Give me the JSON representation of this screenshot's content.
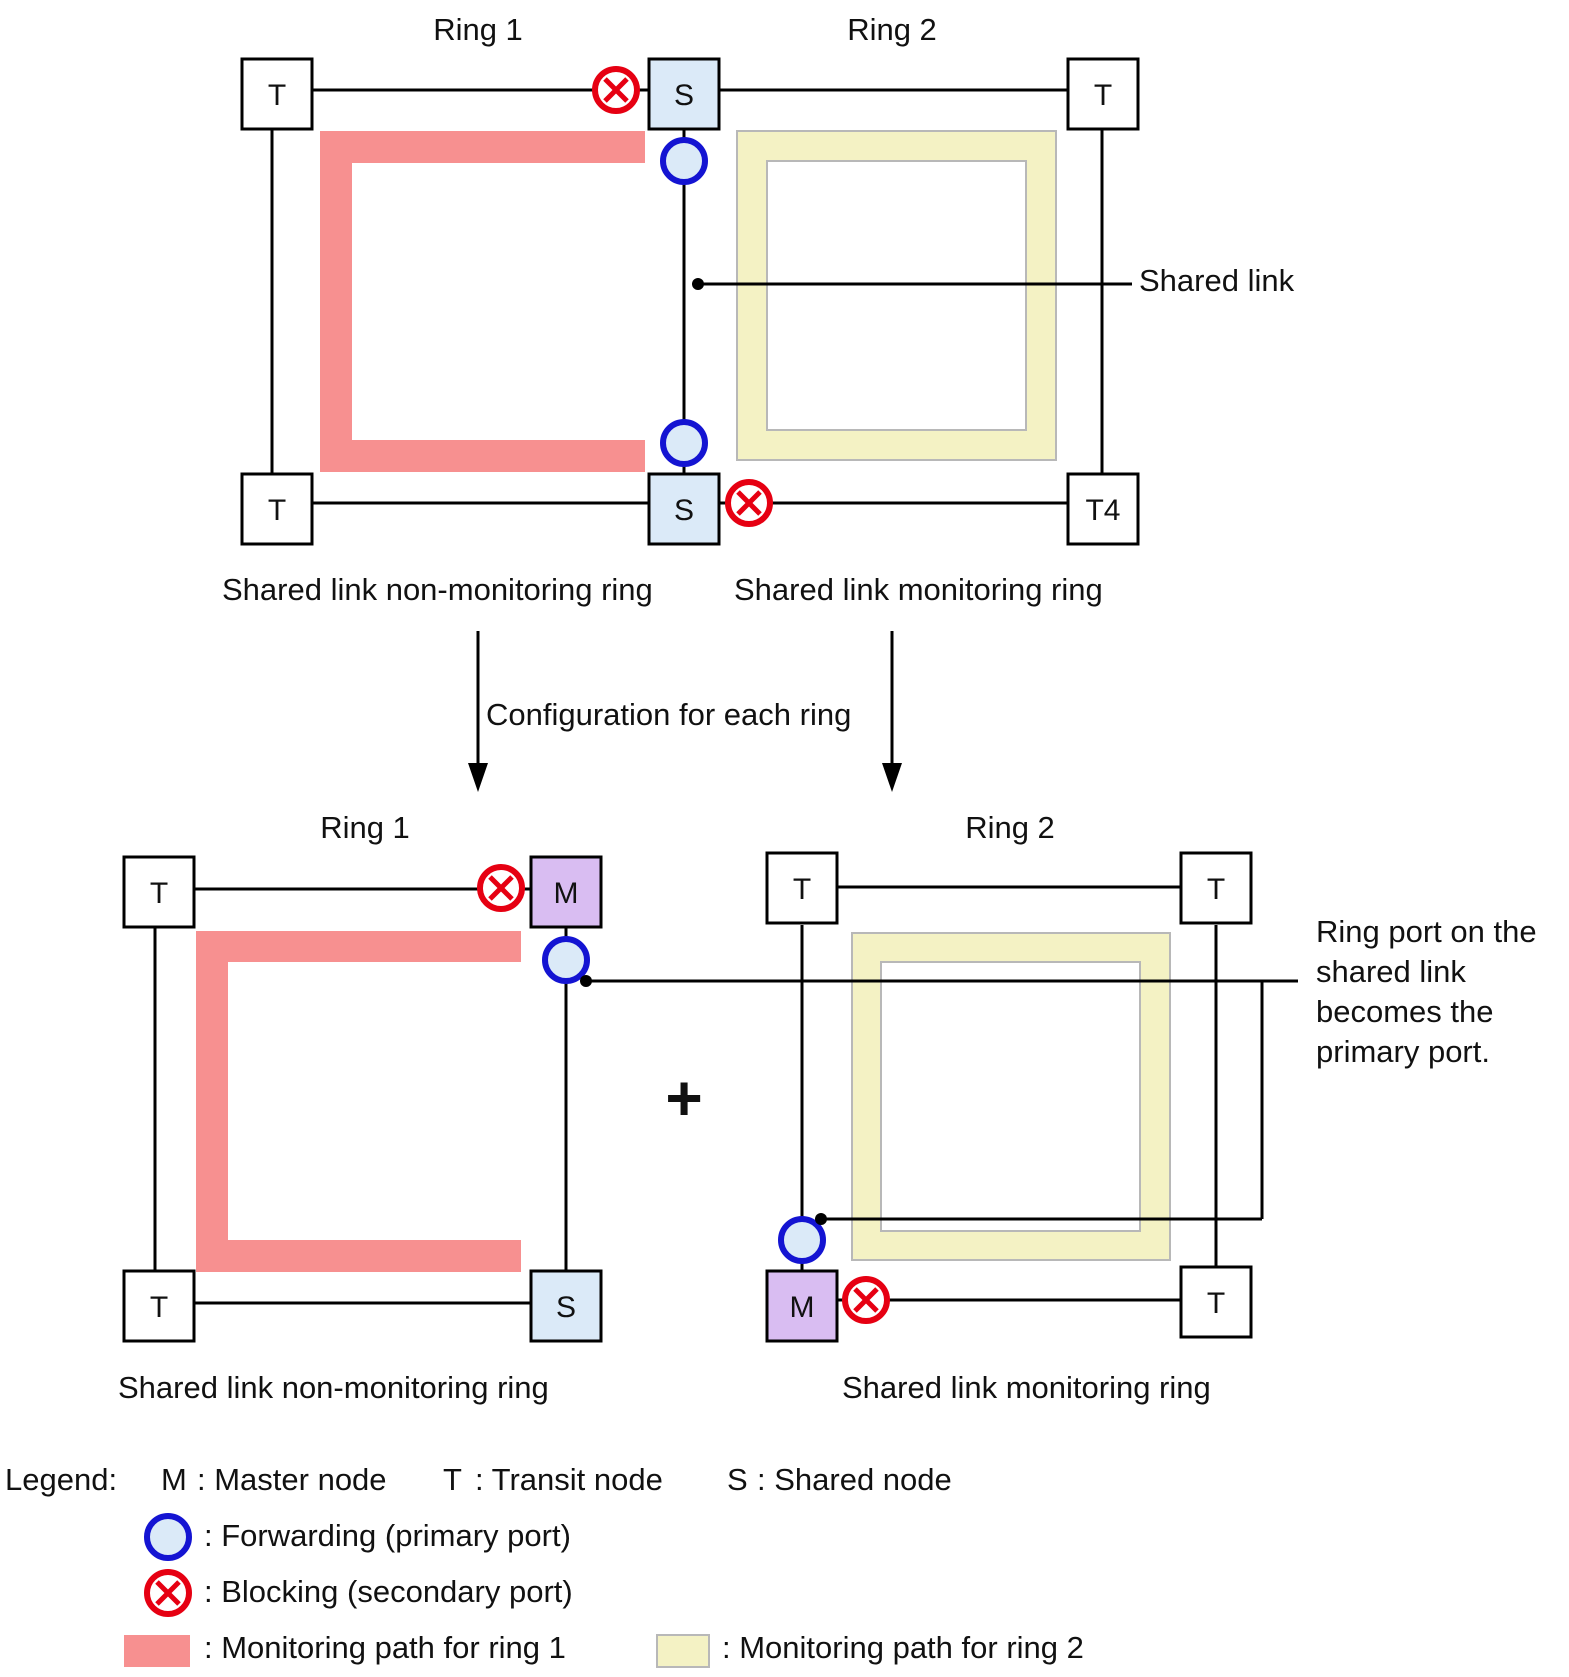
{
  "top": {
    "ring1_title": "Ring 1",
    "ring2_title": "Ring 2",
    "shared_link_label": "Shared link",
    "nonmon_caption": "Shared link non-monitoring ring",
    "mon_caption": "Shared link monitoring ring",
    "nodes": {
      "r1_tl": "T",
      "r1_bl": "T",
      "s_top": "S",
      "s_bot": "S",
      "r2_tr": "T",
      "r2_br": "T4"
    }
  },
  "arrow_label": "Configuration for each ring",
  "bottom": {
    "ring1_title": "Ring 1",
    "ring2_title": "Ring 2",
    "nonmon_caption": "Shared link non-monitoring ring",
    "mon_caption": "Shared link monitoring ring",
    "plus": "+",
    "port_note": [
      "Ring port on the",
      "shared link",
      "becomes the",
      "primary port."
    ],
    "nodes": {
      "r1_tl": "T",
      "r1_m": "M",
      "r1_bl": "T",
      "r1_s": "S",
      "r2_tl": "T",
      "r2_tr": "T",
      "r2_m": "M",
      "r2_br": "T"
    }
  },
  "legend": {
    "title": "Legend:",
    "m_key": "M",
    "m_text": ": Master node",
    "t_key": "T",
    "t_text": ": Transit node",
    "s_key": "S",
    "s_text": ": Shared node",
    "forwarding": ": Forwarding (primary port)",
    "blocking": ": Blocking (secondary port)",
    "path1": ": Monitoring path for ring 1",
    "path2": ": Monitoring path for ring 2"
  },
  "colors": {
    "path_ring1": "#f79090",
    "path_ring2": "#f4f2c4",
    "shared_node": "#dbeaf8",
    "master_node": "#d9bdf2",
    "forwarding_stroke": "#1414d2",
    "forwarding_fill": "#dbeaf8",
    "blocking_stroke": "#e60012"
  }
}
